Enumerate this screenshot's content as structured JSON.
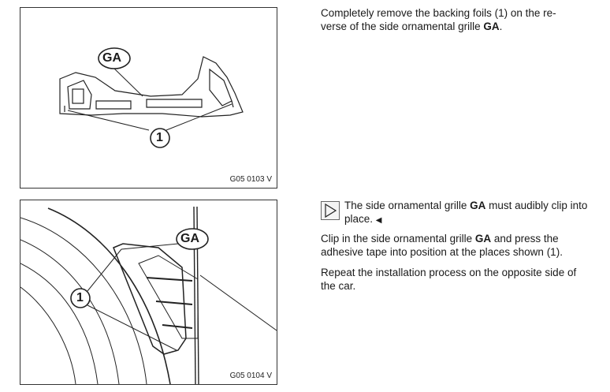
{
  "figures": [
    {
      "code": "G05 0103 V",
      "labels": {
        "part": "GA",
        "item": "1"
      }
    },
    {
      "code": "G05 0104 V",
      "labels": {
        "part": "GA",
        "item": "1"
      }
    }
  ],
  "step1": {
    "pre": "Completely remove the backing foils (1) on the re-verse of the side ornamental grille ",
    "bold": "GA",
    "post": "."
  },
  "note": {
    "icon": "play-triangle-icon",
    "pre": "The side ornamental grille ",
    "bold": "GA",
    "post": " must audibly clip into place. ",
    "end": "◀"
  },
  "step2": {
    "pre": "Clip in the side ornamental grille ",
    "bold": "GA",
    "post": " and press the adhesive tape into position at the places shown (1)."
  },
  "step3": {
    "text": "Repeat the installation process on the opposite side of the car."
  }
}
